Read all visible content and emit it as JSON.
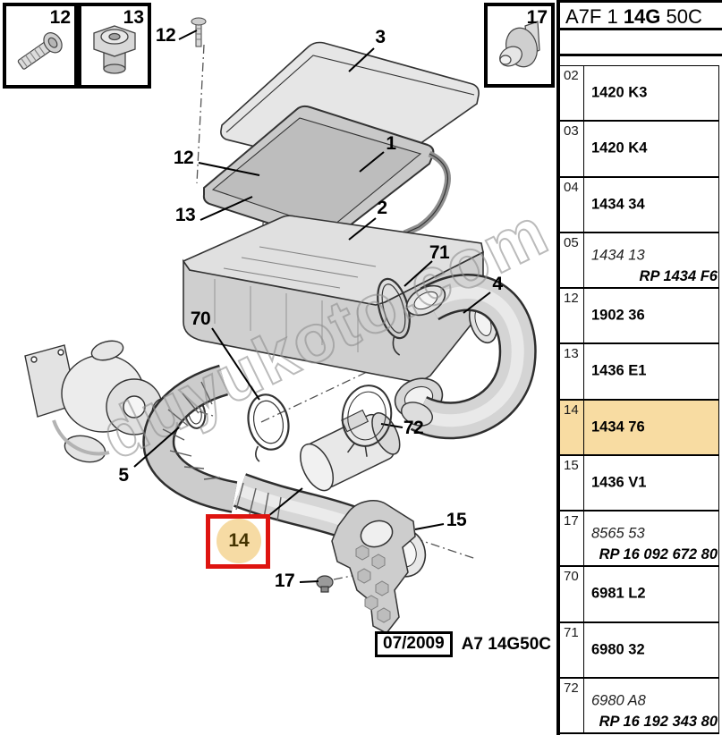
{
  "header": {
    "code_left": "A7F 1 ",
    "code_bold": "14G",
    "code_right": " 50C"
  },
  "colors": {
    "row_highlight": "#F8DCA2",
    "callout_box_red": "#DE1410",
    "callout_circle_tan": "#F6DBA4",
    "table_border": "#000000"
  },
  "inset_boxes": [
    {
      "label": "12",
      "icon": "screw-icon"
    },
    {
      "label": "13",
      "icon": "nut-icon"
    },
    {
      "label": "17",
      "icon": "clip-icon"
    }
  ],
  "diagram": {
    "watermark": "duyukoto.com",
    "callouts": [
      {
        "label": "12"
      },
      {
        "label": "3"
      },
      {
        "label": "12"
      },
      {
        "label": "1"
      },
      {
        "label": "13"
      },
      {
        "label": "2"
      },
      {
        "label": "71"
      },
      {
        "label": "4"
      },
      {
        "label": "70"
      },
      {
        "label": "5"
      },
      {
        "label": "72"
      },
      {
        "label": "14",
        "highlighted": true
      },
      {
        "label": "15"
      },
      {
        "label": "17"
      }
    ],
    "footer": {
      "date": "07/2009",
      "code": "A7 14G50C"
    }
  },
  "parts_table": {
    "rows": [
      {
        "num": "02",
        "part": "1420 K3"
      },
      {
        "num": "03",
        "part": "1420 K4"
      },
      {
        "num": "04",
        "part": "1434 34"
      },
      {
        "num": "05",
        "part": "1434 13",
        "rp": "RP 1434 F6"
      },
      {
        "num": "12",
        "part": "1902 36"
      },
      {
        "num": "13",
        "part": "1436 E1"
      },
      {
        "num": "14",
        "part": "1434 76",
        "highlighted": true
      },
      {
        "num": "15",
        "part": "1436 V1"
      },
      {
        "num": "17",
        "part": "8565 53",
        "rp": "RP 16 092 672 80"
      },
      {
        "num": "70",
        "part": "6981 L2"
      },
      {
        "num": "71",
        "part": "6980 32"
      },
      {
        "num": "72",
        "part": "6980 A8",
        "rp": "RP 16 192 343 80"
      }
    ]
  }
}
